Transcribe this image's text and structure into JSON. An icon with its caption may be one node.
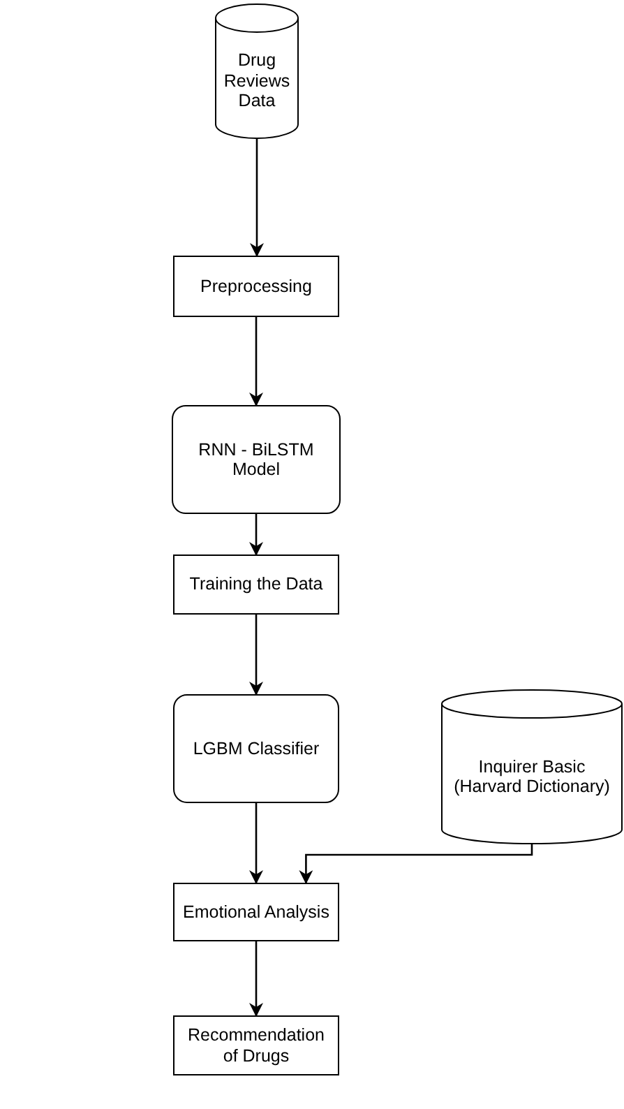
{
  "diagram": {
    "nodes": [
      {
        "text": [
          "Drug Reviews Data"
        ]
      },
      {
        "text": [
          "Preprocessing"
        ]
      },
      {
        "text": [
          "RNN - BiLSTM Model"
        ]
      },
      {
        "text": [
          "Training the Data"
        ]
      },
      {
        "text": [
          "LGBM Classifier"
        ]
      },
      {
        "text": [
          "Inquirer Basic (Harvard Dictionary)"
        ]
      },
      {
        "text": [
          "Emotional Analysis"
        ]
      },
      {
        "text": [
          "Recommendation of Drugs"
        ]
      }
    ],
    "edges": [
      {
        "from": 0,
        "to": 1,
        "arrow": "to"
      },
      {
        "from": 1,
        "to": 2,
        "arrow": "to"
      },
      {
        "from": 2,
        "to": 3,
        "arrow": "to"
      },
      {
        "from": 3,
        "to": 4,
        "arrow": "to"
      },
      {
        "from": 4,
        "to": 6,
        "arrow": "to"
      },
      {
        "from": 5,
        "to": 6,
        "arrow": "to"
      },
      {
        "from": 6,
        "to": 7,
        "arrow": "to"
      }
    ]
  }
}
